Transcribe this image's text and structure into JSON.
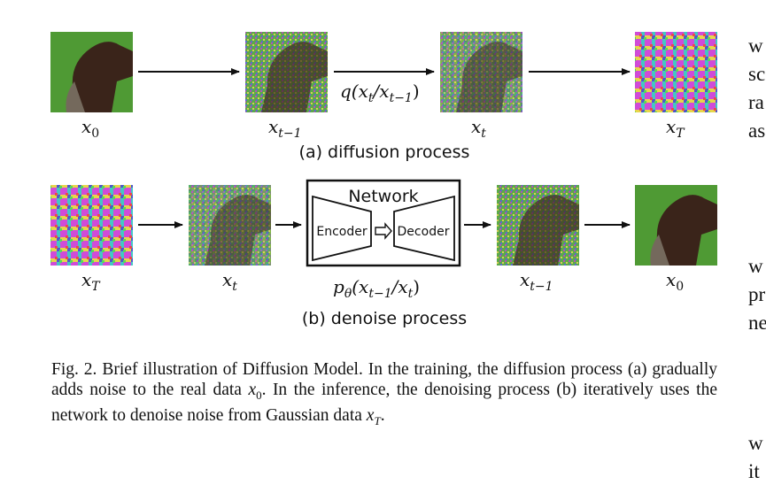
{
  "diagram": {
    "row_a": {
      "labels": [
        "x",
        "x",
        "x",
        "x"
      ],
      "subs": [
        "0",
        "t−1",
        "t",
        "T"
      ],
      "transition": "q(x",
      "transition_sub1": "t",
      "transition_sep": "/x",
      "transition_sub2": "t−1",
      "transition_end": ")",
      "caption": "(a) diffusion process"
    },
    "row_b": {
      "labels": [
        "x",
        "x",
        "x",
        "x"
      ],
      "subs": [
        "T",
        "t",
        "t−1",
        "0"
      ],
      "network_title": "Network",
      "encoder_label": "Encoder",
      "decoder_label": "Decoder",
      "transition": "p",
      "transition_theta": "θ",
      "transition_mid": "(x",
      "transition_sub1": "t−1",
      "transition_sep": "/x",
      "transition_sub2": "t",
      "transition_end": ")",
      "caption": "(b) denoise process"
    }
  },
  "caption": {
    "fig_label": "Fig. 2.",
    "text_1": "Brief illustration of Diffusion Model. In the training, the diffusion process (a) gradually adds noise to the real data ",
    "var_1": "x",
    "var_1_sub": "0",
    "text_2": ". In the inference, the denoising process (b) iteratively uses the network to denoise noise from Gaussian data ",
    "var_2": "x",
    "var_2_sub": "T",
    "text_3": "."
  },
  "margin_fragments": [
    "w",
    "sc",
    "ra",
    "as",
    "w",
    "pr",
    "ne",
    "w",
    "it"
  ],
  "colors": {
    "grass": "#4f9a34",
    "horse": "#3a241a",
    "ink": "#111111"
  }
}
